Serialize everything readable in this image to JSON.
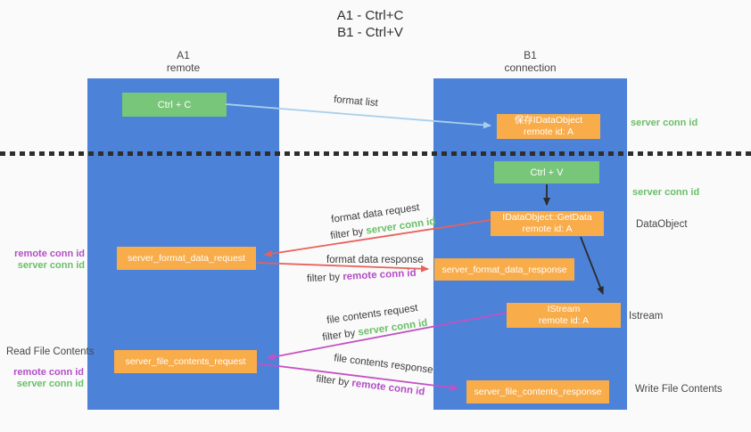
{
  "title": {
    "line1": "A1 - Ctrl+C",
    "line2": "B1 - Ctrl+V"
  },
  "columns": {
    "left": {
      "name": "A1",
      "role": "remote"
    },
    "right": {
      "name": "B1",
      "role": "connection"
    }
  },
  "nodes": {
    "ctrl_c": "Ctrl + C",
    "ctrl_v": "Ctrl + V",
    "save_idataobject_line1": "保存IDataObject",
    "save_idataobject_line2": "remote id: A",
    "getdata_line1": "IDataObject::GetData",
    "getdata_line2": "remote id: A",
    "istream_line1": "IStream",
    "istream_line2": "remote id: A",
    "server_format_data_request": "server_format_data_request",
    "server_format_data_response": "server_format_data_response",
    "server_file_contents_request": "server_file_contents_request",
    "server_file_contents_response": "server_file_contents_response"
  },
  "side_labels": {
    "server_conn_id_top": "server conn id",
    "server_conn_id_mid": "server conn id",
    "dataobject": "DataObject",
    "istream": "Istream",
    "write_file_contents": "Write File Contents",
    "read_file_contents": "Read File Contents",
    "remote_conn_id_upper": "remote conn id",
    "server_conn_id_upper": "server conn id",
    "remote_conn_id_lower": "remote conn id",
    "server_conn_id_lower": "server conn id"
  },
  "flow_labels": {
    "format_list": "format list",
    "format_data_request": "format data request",
    "format_data_response": "format data response",
    "file_contents_request": "file contents request",
    "file_contents_response": "file contents response",
    "filter_by": "filter by ",
    "server_conn_id": "server conn id",
    "remote_conn_id": "remote conn id"
  },
  "colors": {
    "bg": "#fafafa",
    "panel-blue": "#4d82d9",
    "node-green": "#77c679",
    "node-orange": "#f8ac4a",
    "arrow-lightblue": "#a9cfec",
    "arrow-red": "#e8615a",
    "arrow-magenta": "#c351c3",
    "arrow-black": "#2b2b2b",
    "text-green": "#6abf69",
    "text-purple": "#b44ec6",
    "text-dark": "#3c3c3c"
  }
}
